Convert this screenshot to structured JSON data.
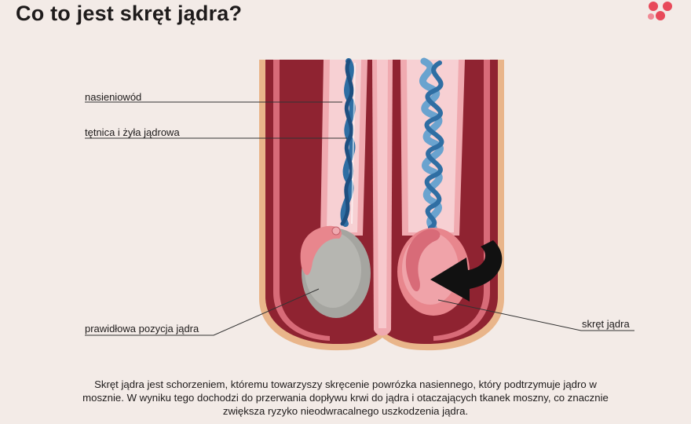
{
  "header": {
    "title": "Co to jest skręt jądra?"
  },
  "labels": {
    "vas_deferens": "nasieniowód",
    "testicular_vessels": "tętnica i żyła jądrowa",
    "normal_position": "prawidłowa pozycja jądra",
    "torsion": "skręt jądra"
  },
  "caption": "Skręt jądra jest schorzeniem, któremu towarzyszy skręcenie powrózka nasiennego, który podtrzymuje jądro w mosznie. W wyniku tego dochodzi do przerwania dopływu krwi do jądra i otaczających tkanek moszny, co znacznie zwiększa ryzyko nieodwracalnego uszkodzenia jądra.",
  "colors": {
    "background": "#f3ebe7",
    "scrotum_outer": "#e9b58a",
    "scrotum_tissue": "#8f2331",
    "inner_lining": "#f0aab0",
    "testis_normal": "#a5a5a0",
    "testis_twisted": "#e8868d",
    "vessel_blue": "#2f6ea3",
    "logo_red": "#e84a5a",
    "arrow": "#111111"
  },
  "icons": {
    "logo": "logo-dots-icon",
    "arrow": "rotation-arrow-icon"
  }
}
